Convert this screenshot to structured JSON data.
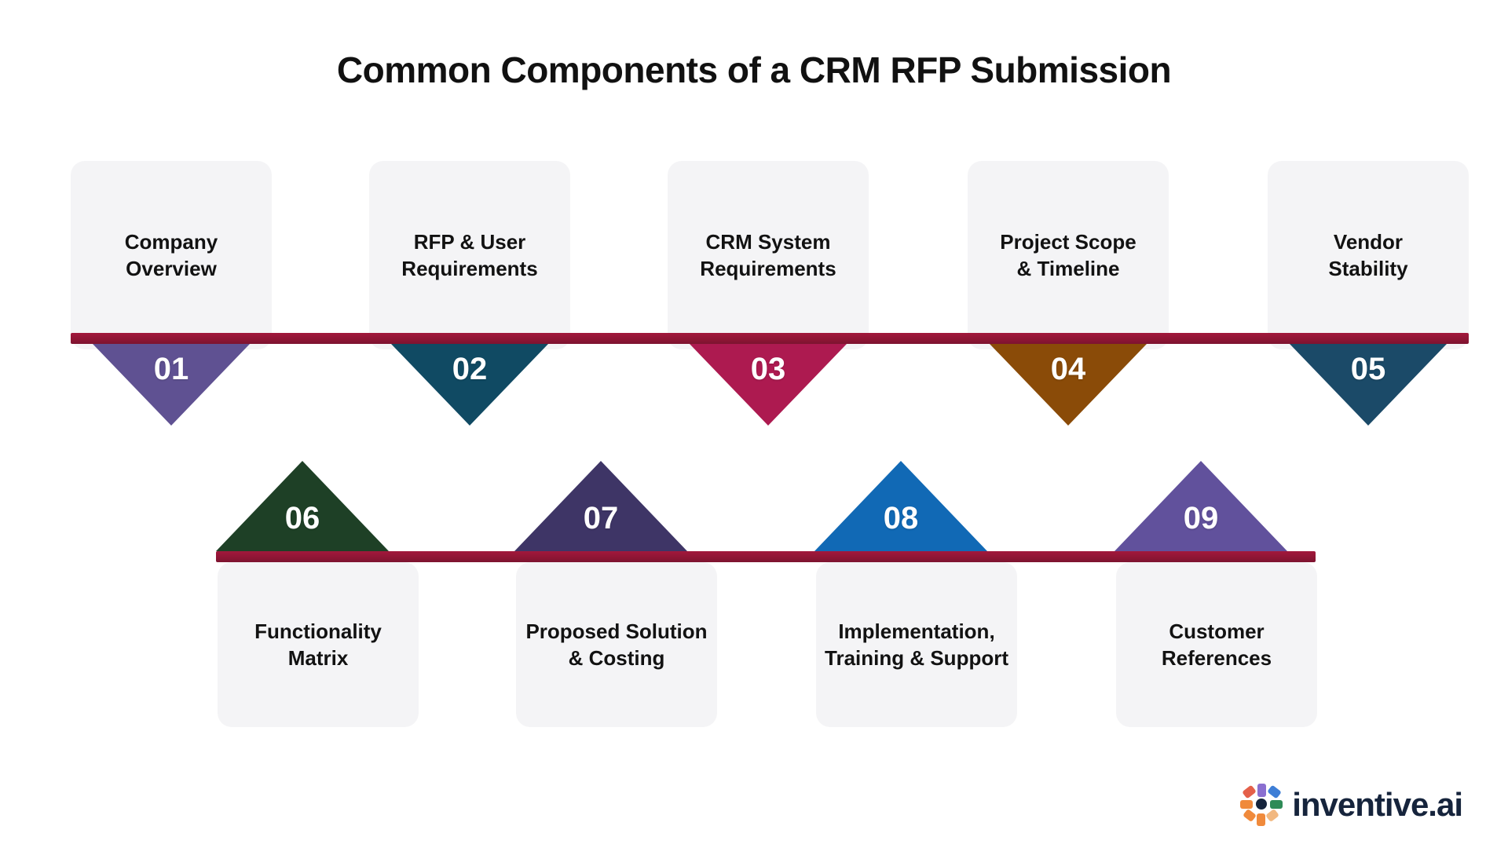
{
  "title": "Common Components of a CRM RFP Submission",
  "colors": {
    "rail": "#9B1B3C",
    "card_bg": "#F4F4F6",
    "text": "#121212",
    "number_text": "#FFFFFF",
    "background": "#FFFFFF",
    "logo_text": "#16243C"
  },
  "row_top": {
    "steps": [
      {
        "number": "01",
        "label": "Company\nOverview",
        "label_line1": "Company",
        "label_line2": "Overview",
        "color": "#5F5192"
      },
      {
        "number": "02",
        "label": "RFP & User\nRequirements",
        "label_line1": "RFP & User",
        "label_line2": "Requirements",
        "color": "#104A63"
      },
      {
        "number": "03",
        "label": "CRM System\nRequirements",
        "label_line1": "CRM System",
        "label_line2": "Requirements",
        "color": "#AD1A50"
      },
      {
        "number": "04",
        "label": "Project Scope\n& Timeline",
        "label_line1": "Project Scope",
        "label_line2": "& Timeline",
        "color": "#8A4B08"
      },
      {
        "number": "05",
        "label": "Vendor\nStability",
        "label_line1": "Vendor",
        "label_line2": "Stability",
        "color": "#1B4A68"
      }
    ]
  },
  "row_bottom": {
    "steps": [
      {
        "number": "06",
        "label": "Functionality\nMatrix",
        "label_line1": "Functionality",
        "label_line2": "Matrix",
        "color": "#1E4026"
      },
      {
        "number": "07",
        "label": "Proposed Solution\n& Costing",
        "label_line1": "Proposed Solution",
        "label_line2": "& Costing",
        "color": "#3E3566"
      },
      {
        "number": "08",
        "label": "Implementation,\nTraining & Support",
        "label_line1": "Implementation,",
        "label_line2": "Training & Support",
        "color": "#1169B5"
      },
      {
        "number": "09",
        "label": "Customer\nReferences",
        "label_line1": "Customer",
        "label_line2": "References",
        "color": "#61519C"
      }
    ]
  },
  "logo": {
    "text": "inventive.ai",
    "mark": "pinwheel-bubbles-icon",
    "mark_colors": [
      "#F08A3C",
      "#8A6FD0",
      "#3E7ED6",
      "#2E8B57",
      "#E4604A",
      "#F2B880"
    ]
  }
}
